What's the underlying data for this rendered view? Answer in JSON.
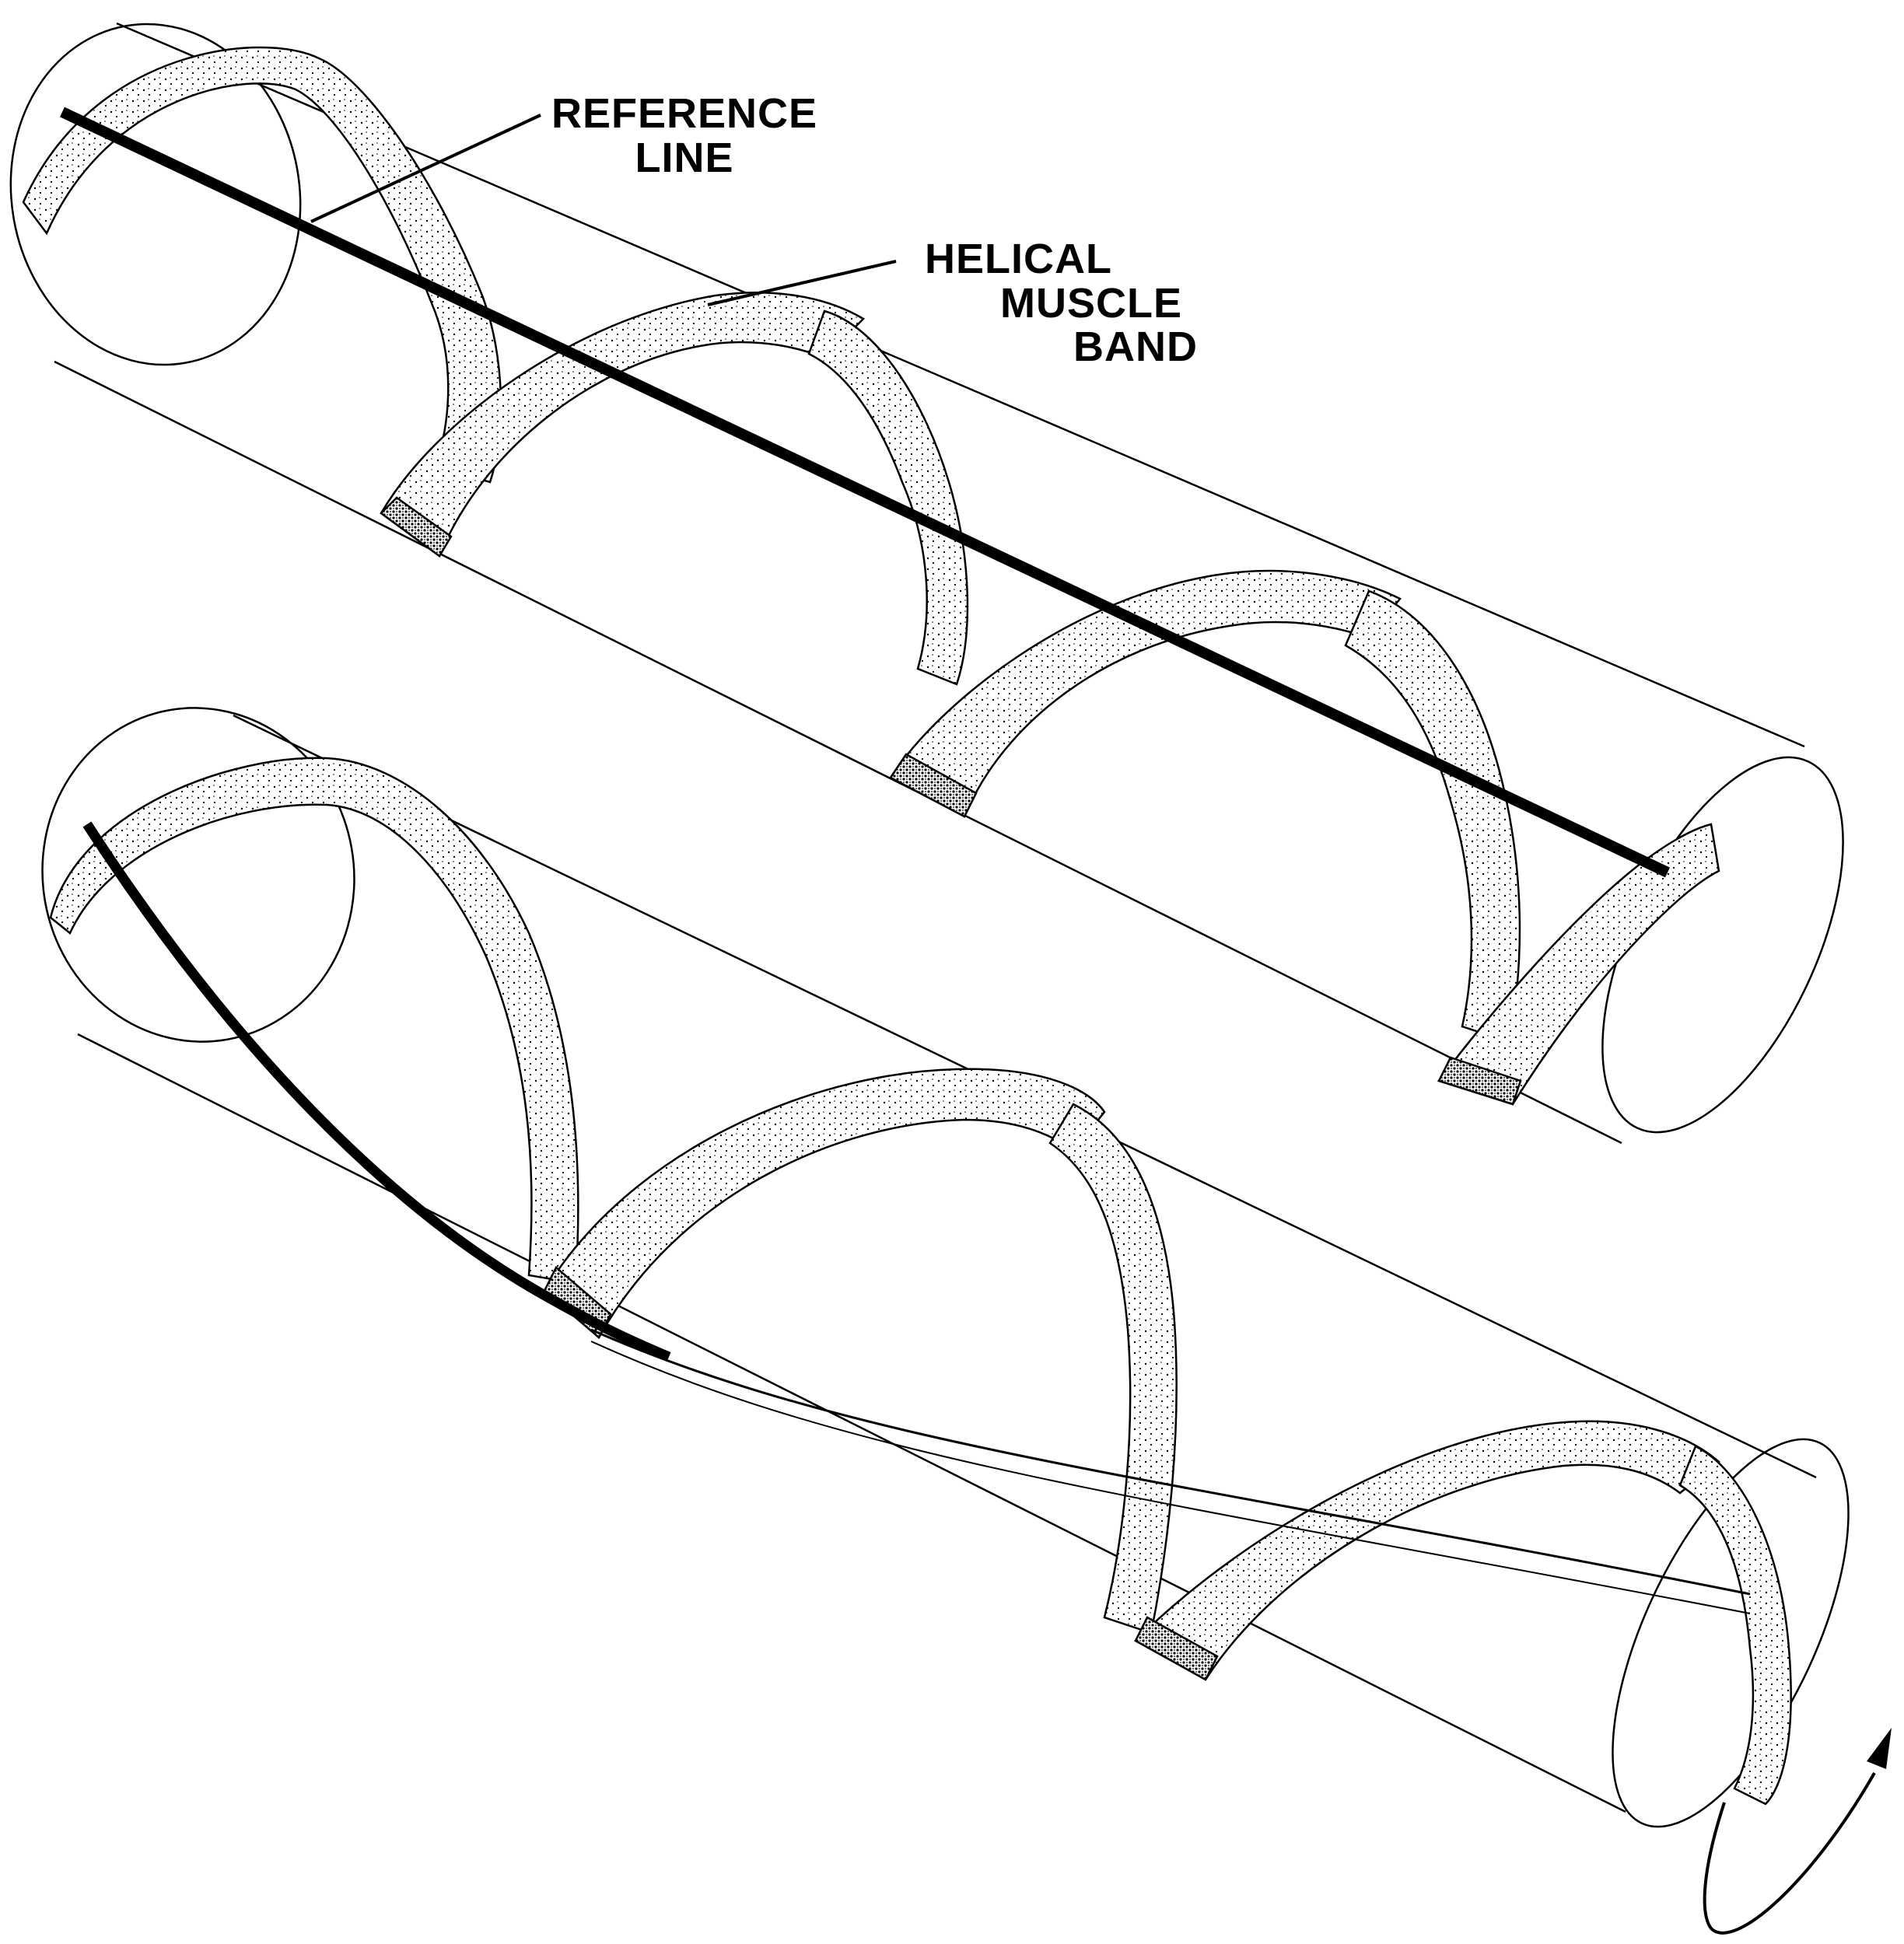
{
  "figure": {
    "type": "scientific line illustration",
    "subject": "Two cylinders each wrapped with a helical muscle band; a reference line runs along the top cylinder straight, and along the bottom (twisted) cylinder as a spiral",
    "labels": {
      "reference_line": [
        "REFERENCE",
        "LINE"
      ],
      "helical_band": [
        "HELICAL",
        "MUSCLE",
        "BAND"
      ]
    },
    "panels": [
      {
        "name": "top-cylinder",
        "state": "untwisted",
        "reference_line": "straight"
      },
      {
        "name": "bottom-cylinder",
        "state": "twisted",
        "reference_line": "spiral"
      }
    ],
    "rotation_arrow": {
      "direction": "counterclockwise",
      "location": "bottom-right"
    },
    "colors": {
      "ink": "#000000",
      "background": "#ffffff"
    }
  }
}
